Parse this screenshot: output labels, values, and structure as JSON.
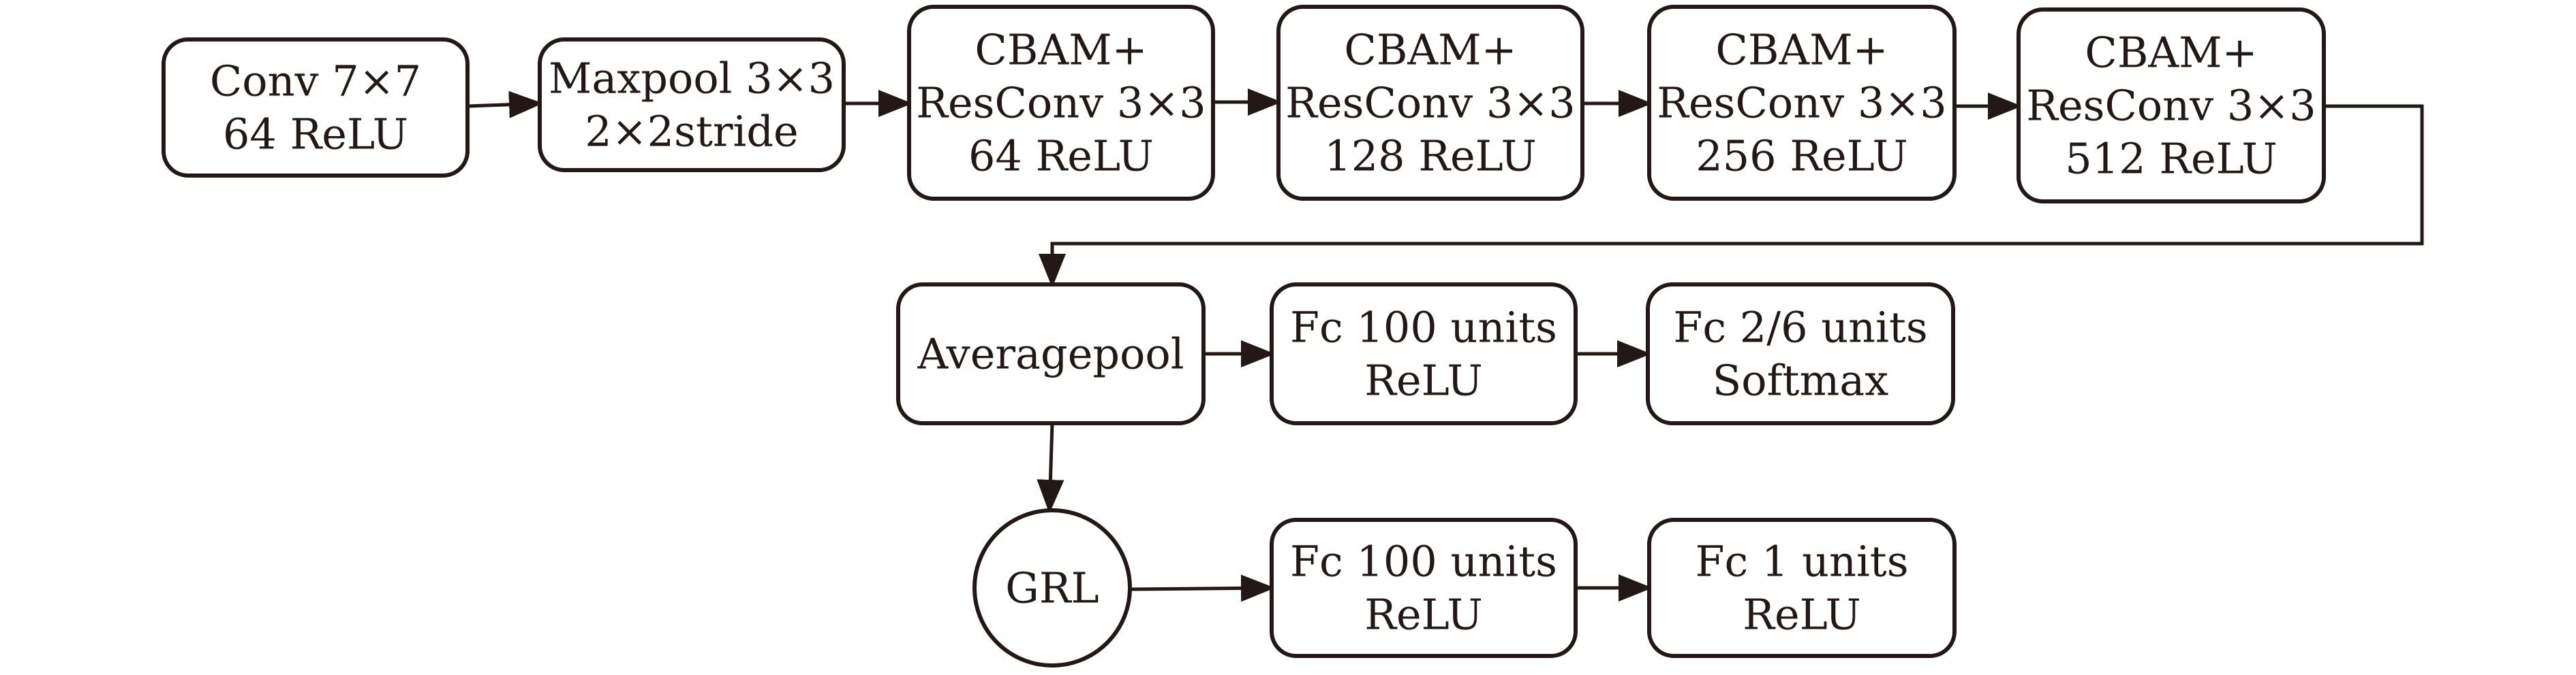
{
  "diagram": {
    "nodes": [
      {
        "id": "conv7x7",
        "shape": "rounded-rect",
        "lines": [
          "Conv 7×7",
          "64 ReLU"
        ]
      },
      {
        "id": "maxpool",
        "shape": "rounded-rect",
        "lines": [
          "Maxpool 3×3",
          "2×2stride"
        ]
      },
      {
        "id": "cbam-64",
        "shape": "rounded-rect",
        "lines": [
          "CBAM+",
          "ResConv 3×3",
          "64 ReLU"
        ]
      },
      {
        "id": "cbam-128",
        "shape": "rounded-rect",
        "lines": [
          "CBAM+",
          "ResConv 3×3",
          "128 ReLU"
        ]
      },
      {
        "id": "cbam-256",
        "shape": "rounded-rect",
        "lines": [
          "CBAM+",
          "ResConv 3×3",
          "256 ReLU"
        ]
      },
      {
        "id": "cbam-512",
        "shape": "rounded-rect",
        "lines": [
          "CBAM+",
          "ResConv 3×3",
          "512 ReLU"
        ]
      },
      {
        "id": "averagepool",
        "shape": "rounded-rect",
        "lines": [
          "Averagepool"
        ]
      },
      {
        "id": "fc100-class",
        "shape": "rounded-rect",
        "lines": [
          "Fc 100 units",
          "ReLU"
        ]
      },
      {
        "id": "fc-softmax",
        "shape": "rounded-rect",
        "lines": [
          "Fc 2/6 units",
          "Softmax"
        ]
      },
      {
        "id": "grl",
        "shape": "circle",
        "lines": [
          "GRL"
        ]
      },
      {
        "id": "fc100-domain",
        "shape": "rounded-rect",
        "lines": [
          "Fc 100 units",
          "ReLU"
        ]
      },
      {
        "id": "fc1",
        "shape": "rounded-rect",
        "lines": [
          "Fc 1 units",
          "ReLU"
        ]
      }
    ],
    "edges": [
      {
        "from": "conv7x7",
        "to": "maxpool"
      },
      {
        "from": "maxpool",
        "to": "cbam-64"
      },
      {
        "from": "cbam-64",
        "to": "cbam-128"
      },
      {
        "from": "cbam-128",
        "to": "cbam-256"
      },
      {
        "from": "cbam-256",
        "to": "cbam-512"
      },
      {
        "from": "cbam-512",
        "to": "averagepool"
      },
      {
        "from": "averagepool",
        "to": "fc100-class"
      },
      {
        "from": "fc100-class",
        "to": "fc-softmax"
      },
      {
        "from": "averagepool",
        "to": "grl"
      },
      {
        "from": "grl",
        "to": "fc100-domain"
      },
      {
        "from": "fc100-domain",
        "to": "fc1"
      }
    ],
    "colors": {
      "stroke": "#231815",
      "fill": "#ffffff",
      "text": "#231815"
    }
  }
}
